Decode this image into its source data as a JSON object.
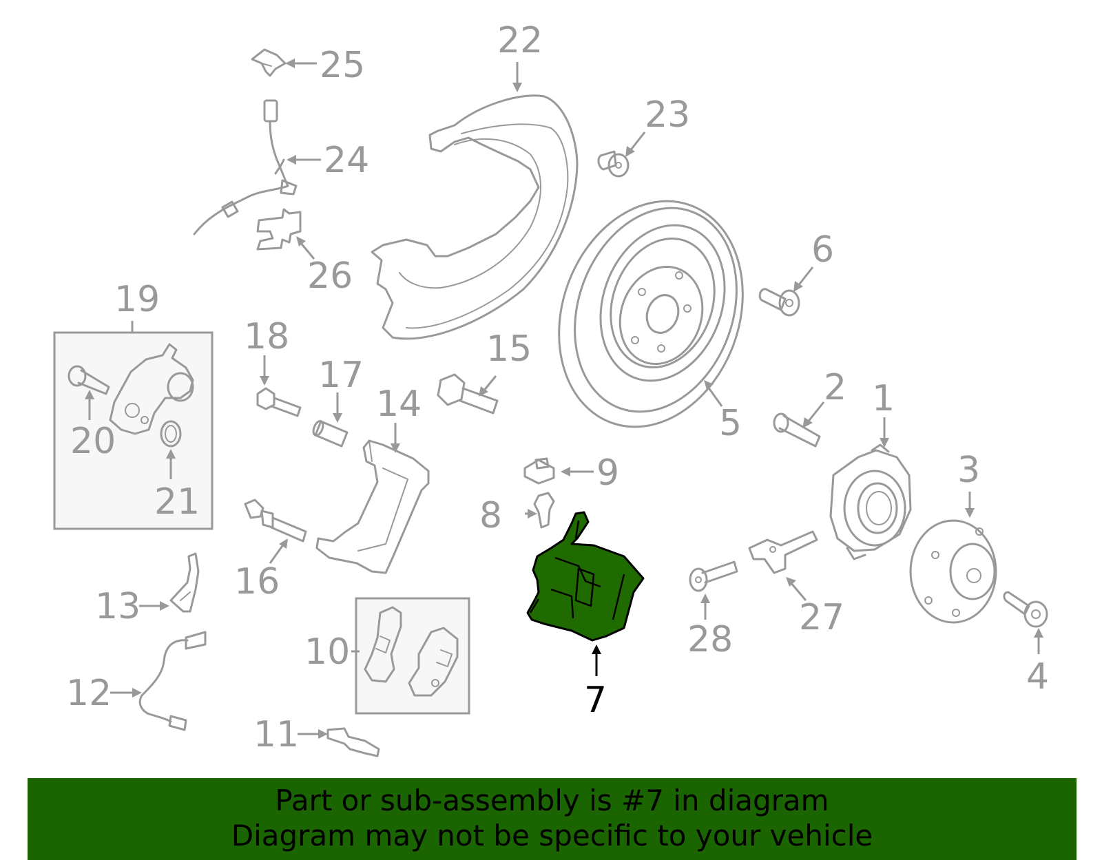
{
  "diagram": {
    "callouts": [
      {
        "id": "1",
        "label": "1"
      },
      {
        "id": "2",
        "label": "2"
      },
      {
        "id": "3",
        "label": "3"
      },
      {
        "id": "4",
        "label": "4"
      },
      {
        "id": "5",
        "label": "5"
      },
      {
        "id": "6",
        "label": "6"
      },
      {
        "id": "7",
        "label": "7"
      },
      {
        "id": "8",
        "label": "8"
      },
      {
        "id": "9",
        "label": "9"
      },
      {
        "id": "10",
        "label": "10"
      },
      {
        "id": "11",
        "label": "11"
      },
      {
        "id": "12",
        "label": "12"
      },
      {
        "id": "13",
        "label": "13"
      },
      {
        "id": "14",
        "label": "14"
      },
      {
        "id": "15",
        "label": "15"
      },
      {
        "id": "16",
        "label": "16"
      },
      {
        "id": "17",
        "label": "17"
      },
      {
        "id": "18",
        "label": "18"
      },
      {
        "id": "19",
        "label": "19"
      },
      {
        "id": "20",
        "label": "20"
      },
      {
        "id": "21",
        "label": "21"
      },
      {
        "id": "22",
        "label": "22"
      },
      {
        "id": "23",
        "label": "23"
      },
      {
        "id": "24",
        "label": "24"
      },
      {
        "id": "25",
        "label": "25"
      },
      {
        "id": "26",
        "label": "26"
      },
      {
        "id": "27",
        "label": "27"
      },
      {
        "id": "28",
        "label": "28"
      }
    ],
    "highlighted_part": "7",
    "colors": {
      "line": "#999999",
      "highlight_fill": "#1f6b00",
      "highlight_label": "#000000",
      "banner_bg": "#1a6500"
    }
  },
  "banner": {
    "line1": "Part or sub-assembly is #7 in diagram",
    "line2": "Diagram may not be specific to your vehicle"
  }
}
